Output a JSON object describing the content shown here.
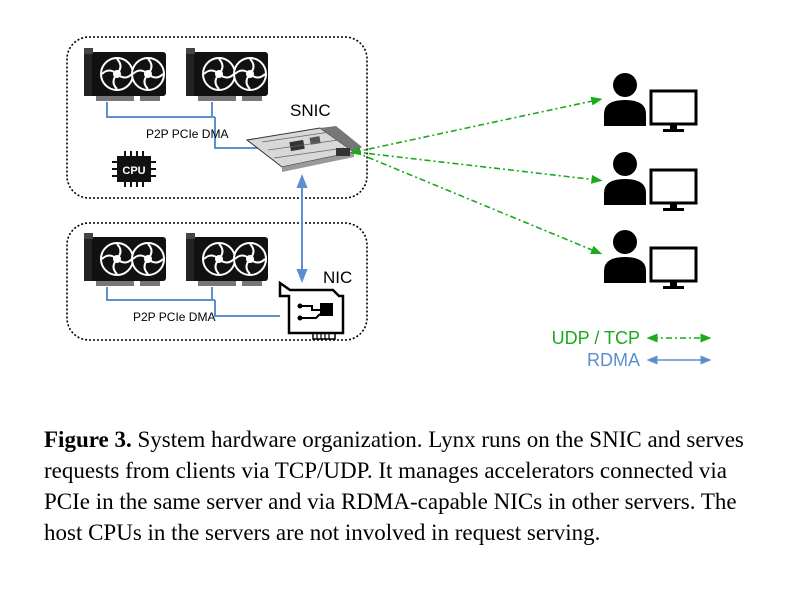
{
  "diagram": {
    "snic_label": "SNIC",
    "nic_label": "NIC",
    "cpu_label": "CPU",
    "dma_label_top": "P2P PCIe DMA",
    "dma_label_bottom": "P2P PCIe DMA",
    "legend": {
      "udp_tcp": "UDP / TCP",
      "rdma": "RDMA"
    },
    "colors": {
      "udp_tcp": "#1aaa1a",
      "rdma": "#5b8fd0",
      "pcie_link": "#5b8fd0",
      "server_border": "#000000"
    },
    "icons": [
      "gpu-card-icon",
      "gpu-card-icon",
      "gpu-card-icon",
      "gpu-card-icon",
      "snic-card-icon",
      "nic-card-icon",
      "cpu-chip-icon",
      "client-user-icon",
      "client-monitor-icon"
    ]
  },
  "caption": {
    "figure_label": "Figure 3.",
    "text": "System hardware organization. Lynx runs on the SNIC and serves requests from clients via TCP/UDP. It manages accelerators connected via PCIe in the same server and via RDMA-capable NICs in other servers. The host CPUs in the servers are not involved in request serving."
  }
}
